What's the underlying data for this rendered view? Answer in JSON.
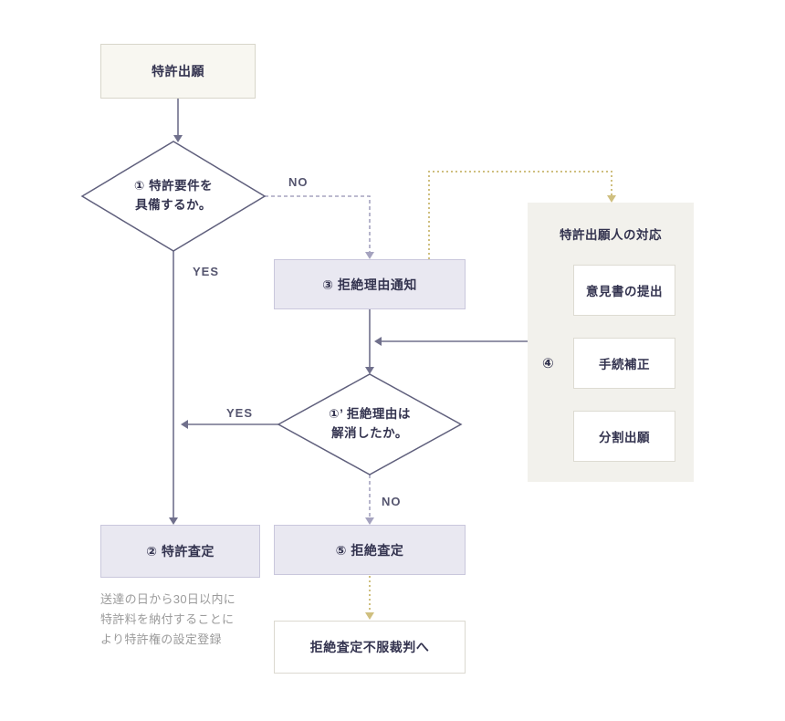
{
  "colors": {
    "background": "#ffffff",
    "cream_box_bg": "#f8f7f1",
    "lavender_box_bg": "#e9e8f1",
    "panel_bg": "#f2f1ec",
    "solid_arrow": "#70708c",
    "dashed_arrow": "#a5a3bf",
    "tan_arrow": "#cfbf7f",
    "text": "#33334f",
    "note_text": "#9b9b9b"
  },
  "nodes": {
    "application": {
      "label": "特許出願"
    },
    "decision1": {
      "line1": "① 特許要件を",
      "line2": "具備するか。"
    },
    "rejection_notice": {
      "label": "③ 拒絶理由通知"
    },
    "decision2": {
      "line1": "①’ 拒絶理由は",
      "line2": "解消したか。"
    },
    "patent_grant": {
      "label": "② 特許査定"
    },
    "rejection_decision": {
      "label": "⑤ 拒絶査定"
    },
    "appeal": {
      "label": "拒絶査定不服裁判へ"
    }
  },
  "edges": {
    "no1": "NO",
    "yes1": "YES",
    "yes2": "YES",
    "no2": "NO"
  },
  "panel": {
    "title": "特許出願人の対応",
    "step_label": "④",
    "items": [
      {
        "label": "意見書の提出"
      },
      {
        "label": "手続補正"
      },
      {
        "label": "分割出願"
      }
    ]
  },
  "note": {
    "line1": "送達の日から30日以内に",
    "line2": "特許料を納付することに",
    "line3": "より特許権の設定登録"
  }
}
